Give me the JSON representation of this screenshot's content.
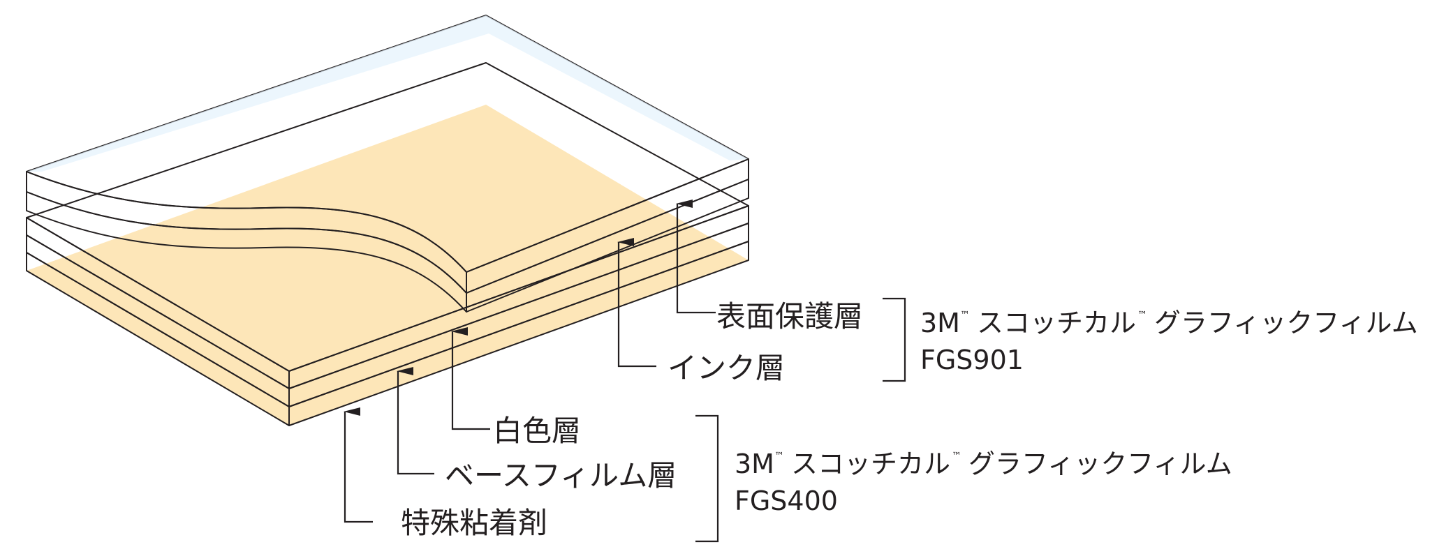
{
  "layers": [
    {
      "id": "surface",
      "label": "表面保護層"
    },
    {
      "id": "ink",
      "label": "インク層"
    },
    {
      "id": "white",
      "label": "白色層"
    },
    {
      "id": "base",
      "label": "ベースフィルム層"
    },
    {
      "id": "adhesive",
      "label": "特殊粘着剤"
    }
  ],
  "products": [
    {
      "brand": "3M",
      "tm": "™",
      "name_a": "スコッチカル",
      "name_b": "グラフィックフィルム",
      "model": "FGS901"
    },
    {
      "brand": "3M",
      "tm": "™",
      "name_a": "スコッチカル",
      "name_b": "グラフィックフィルム",
      "model": "FGS400"
    }
  ],
  "colors": {
    "adhesive": "#fcd390",
    "base_film": "#b9b9bd",
    "white_layer": "#ffffff",
    "ink_left": "#1a7fc4",
    "ink_right": "#f07a1f",
    "surface_protect": "#dbeefb",
    "outline": "#231f20"
  }
}
